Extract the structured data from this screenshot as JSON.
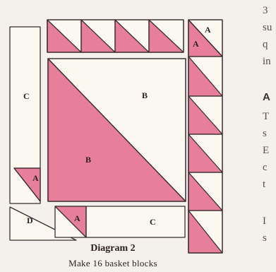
{
  "diagram": {
    "caption_title": "Diagram 2",
    "caption_subtitle": "Make 16 basket blocks",
    "piece_labels": {
      "A": "A",
      "B": "B",
      "C": "C",
      "D": "D"
    },
    "colors": {
      "pink": "#e87f9a",
      "cream": "#fbf9ef",
      "outline": "#3a2e33",
      "background": "#f4f1ec"
    }
  },
  "side_text": {
    "lines": [
      "3",
      "su",
      "q",
      "in",
      "A",
      "T",
      "s",
      "E",
      "c",
      "t",
      "I",
      "s"
    ]
  }
}
